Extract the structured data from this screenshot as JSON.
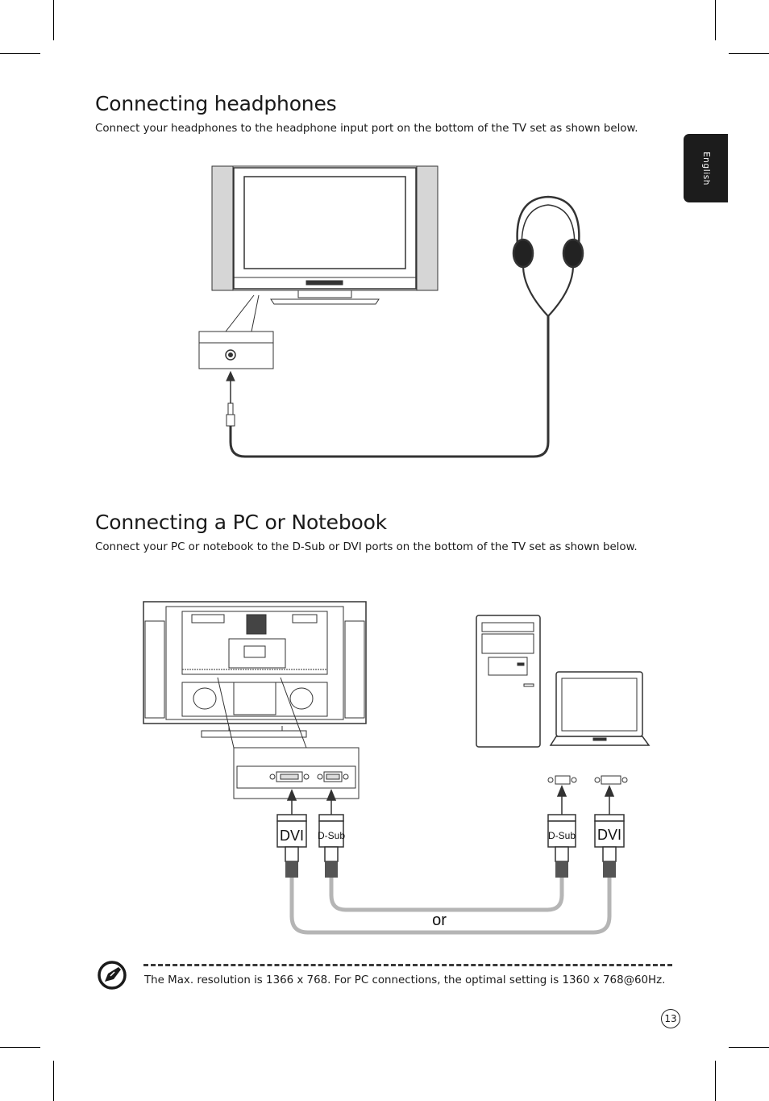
{
  "sidebar_tab": {
    "label": "English"
  },
  "headphones_section": {
    "title": "Connecting headphones",
    "description": "Connect your headphones to the headphone input port on the bottom of the TV set as shown below."
  },
  "pc_section": {
    "title": "Connecting a PC or Notebook",
    "description": "Connect your PC or notebook to the D-Sub or DVI ports on the bottom of the TV set as shown below.",
    "cable_labels": {
      "dvi_left": "DVI",
      "dsub_left": "D-Sub",
      "dsub_right": "D-Sub",
      "dvi_right": "DVI",
      "or": "or"
    }
  },
  "note": {
    "icon": "note-icon",
    "text": "The Max. resolution is 1366 x 768. For PC connections, the optimal setting is 1360 x 768@60Hz."
  },
  "page_number": "13"
}
